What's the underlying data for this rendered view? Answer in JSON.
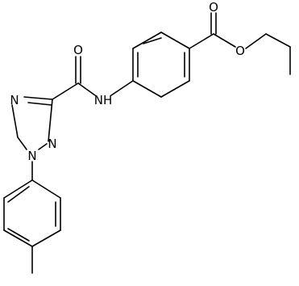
{
  "atoms": {
    "o_carbonyl_ester": "O",
    "o_ether_ester": "O",
    "o_amide": "O",
    "nh_amide": "NH",
    "n_triazole_top": "N",
    "n_triazole_n2": "N",
    "n_triazole_n1": "N"
  }
}
